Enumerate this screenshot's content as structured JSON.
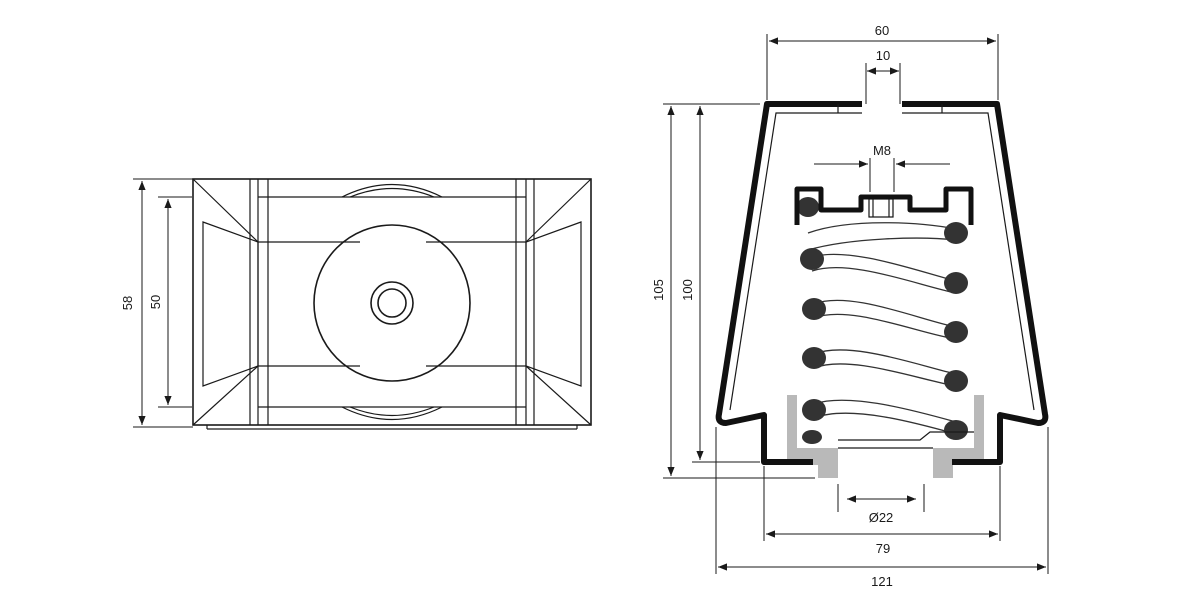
{
  "colors": {
    "line": "#1a1a1a",
    "housing": "#111111",
    "insert": "#b9b9b9",
    "coil_section": "#333333"
  },
  "dimensions": {
    "plan_total_height": "58",
    "plan_inner_height": "50",
    "overall_top_width": "60",
    "stud_width": "10",
    "thread": "M8",
    "total_height": "105",
    "body_height": "100",
    "bore_diameter": "Ø22",
    "base_inner_width": "79",
    "base_total_width": "121"
  }
}
